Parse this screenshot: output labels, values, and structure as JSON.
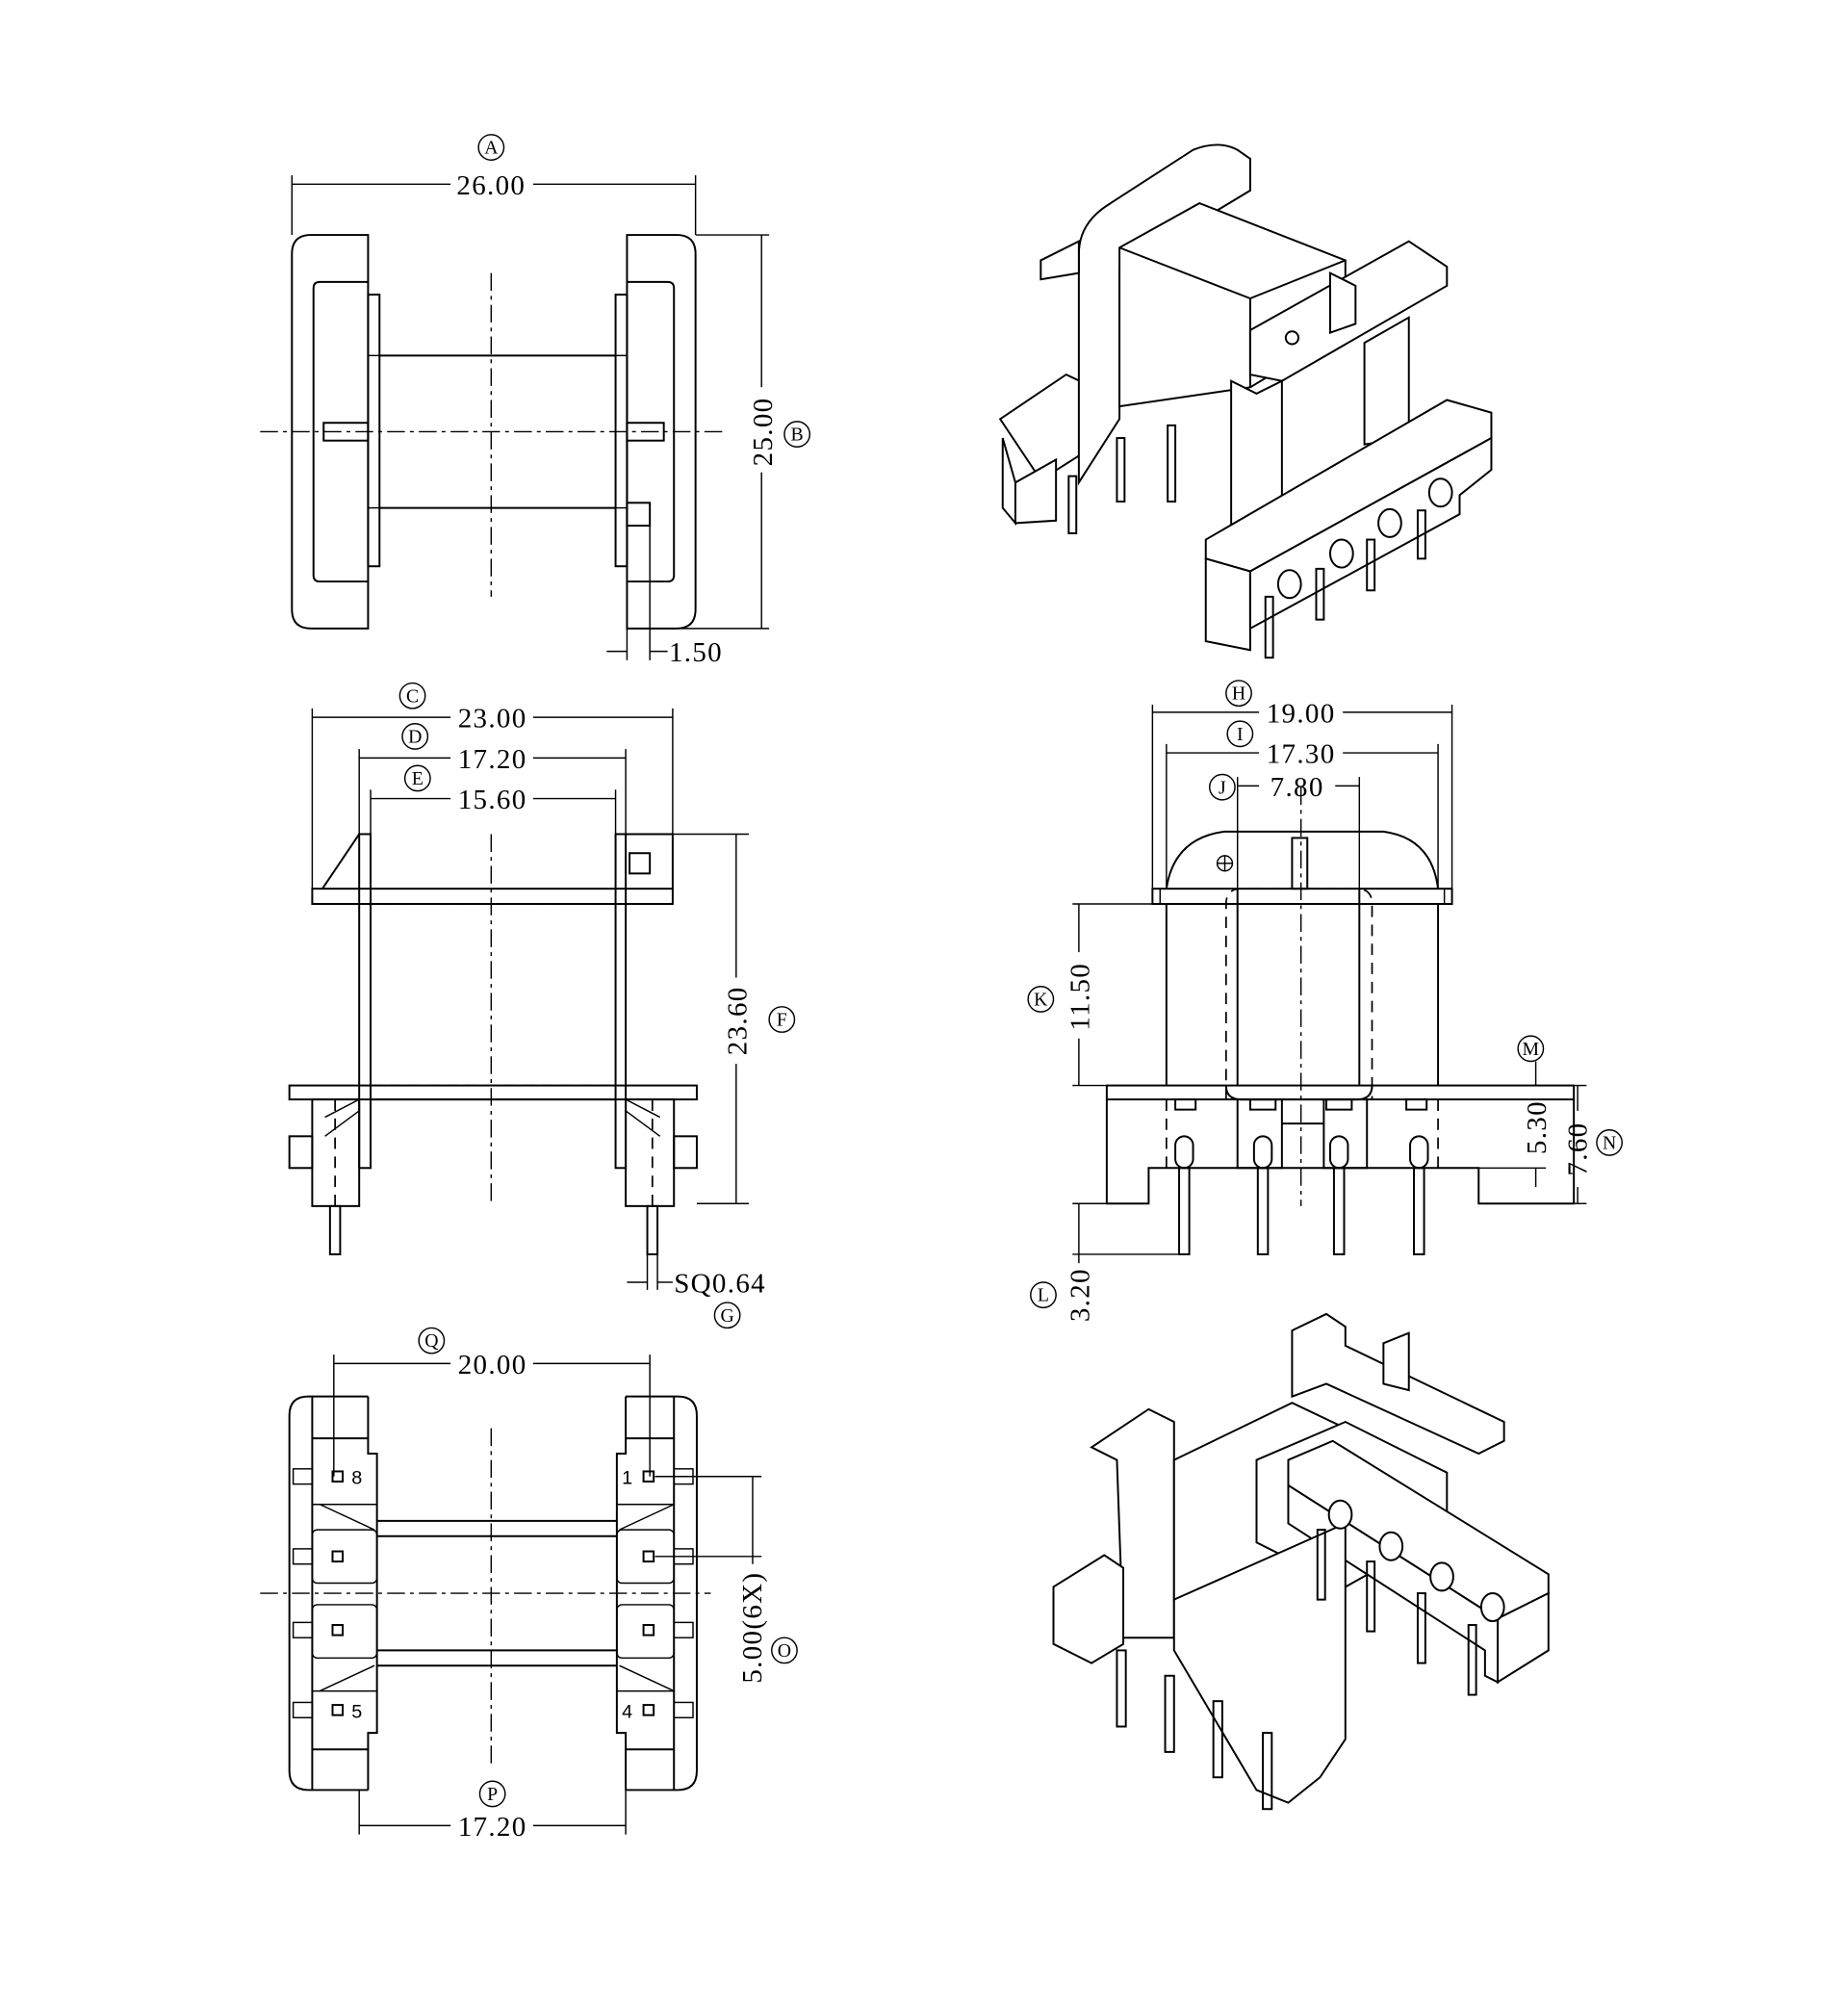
{
  "top_view": {
    "width": {
      "label": "A",
      "value": "26.00"
    },
    "height": {
      "label": "B",
      "value": "25.00"
    },
    "offset": {
      "value": "1.50"
    }
  },
  "front_view": {
    "overall": {
      "label": "C",
      "value": "23.00"
    },
    "pin_span": {
      "label": "D",
      "value": "17.20"
    },
    "inner": {
      "label": "E",
      "value": "15.60"
    },
    "height": {
      "label": "F",
      "value": "23.60"
    },
    "pin_size": {
      "label": "G",
      "value": "SQ0.64"
    }
  },
  "side_view": {
    "flange_width": {
      "label": "H",
      "value": "19.00"
    },
    "body_width": {
      "label": "I",
      "value": "17.30"
    },
    "core_width": {
      "label": "J",
      "value": "7.80"
    },
    "body_height": {
      "label": "K",
      "value": "11.50"
    },
    "pin_length": {
      "label": "L",
      "value": "3.20"
    },
    "base_height": {
      "label": "M",
      "value": "5.30"
    },
    "base_total": {
      "label": "N",
      "value": "7.60"
    }
  },
  "bottom_view": {
    "row_spacing": {
      "label": "Q",
      "value": "20.00"
    },
    "pin_pitch": {
      "label": "O",
      "value": "5.00(6X)"
    },
    "span": {
      "label": "P",
      "value": "17.20"
    },
    "pins": {
      "p1": "1",
      "p4": "4",
      "p5": "5",
      "p8": "8"
    }
  }
}
